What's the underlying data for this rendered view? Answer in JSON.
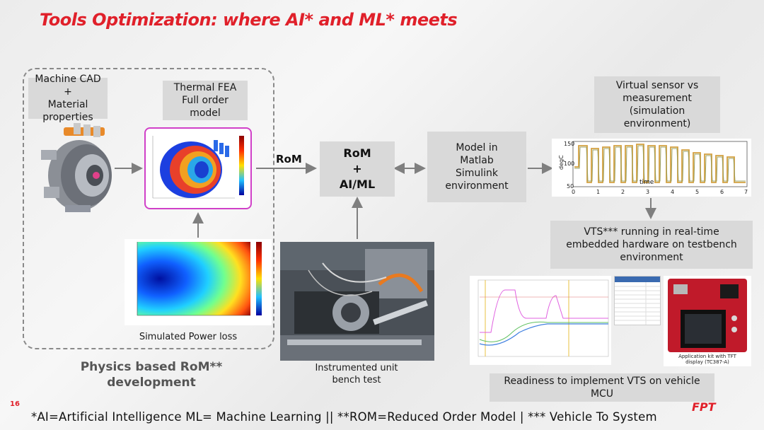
{
  "slide": {
    "title": "Tools Optimization: where AI* and ML* meets",
    "page_number": "16",
    "brand": "FPT",
    "footer": "*AI=Artificial Intelligence ML= Machine Learning || **ROM=Reduced Order Model | *** Vehicle To System"
  },
  "left_region": {
    "cad_label": "Machine CAD +\nMaterial\nproperties",
    "fea_label": "Thermal FEA\nFull order\nmodel",
    "power_loss_caption": "Simulated Power loss",
    "physics_caption": "Physics based RoM**\ndevelopment"
  },
  "center": {
    "rom_arrow_label": "RoM",
    "rom_box_line1": "RoM",
    "rom_box_line2": "+",
    "rom_box_line3": "AI/ML",
    "bench_caption": "Instrumented unit\nbench test",
    "simulink_label": "Model in\nMatlab\nSimulink\nenvironment"
  },
  "right": {
    "virtual_sensor_label": "Virtual sensor vs\nmeasurement\n(simulation\nenvironment)",
    "vts_label": "VTS*** running in real-time\nembedded hardware on testbench\nenvironment",
    "readiness_label": "Readiness to implement VTS on vehicle\nMCU",
    "board_caption": "Application kit with TFT\ndisplay (TC387-A)",
    "chart_ylabel": "degC",
    "chart_xlabel": "time",
    "chart_yticks": [
      "150",
      "100",
      "50"
    ],
    "chart_xticks": [
      "0",
      "1",
      "2",
      "3",
      "4",
      "5",
      "6",
      "7"
    ]
  },
  "colors": {
    "accent_red": "#e0202a",
    "box_gray": "#d9d9d9",
    "arrow_gray": "#7f7f7f",
    "fea_border": "#d040c8"
  }
}
